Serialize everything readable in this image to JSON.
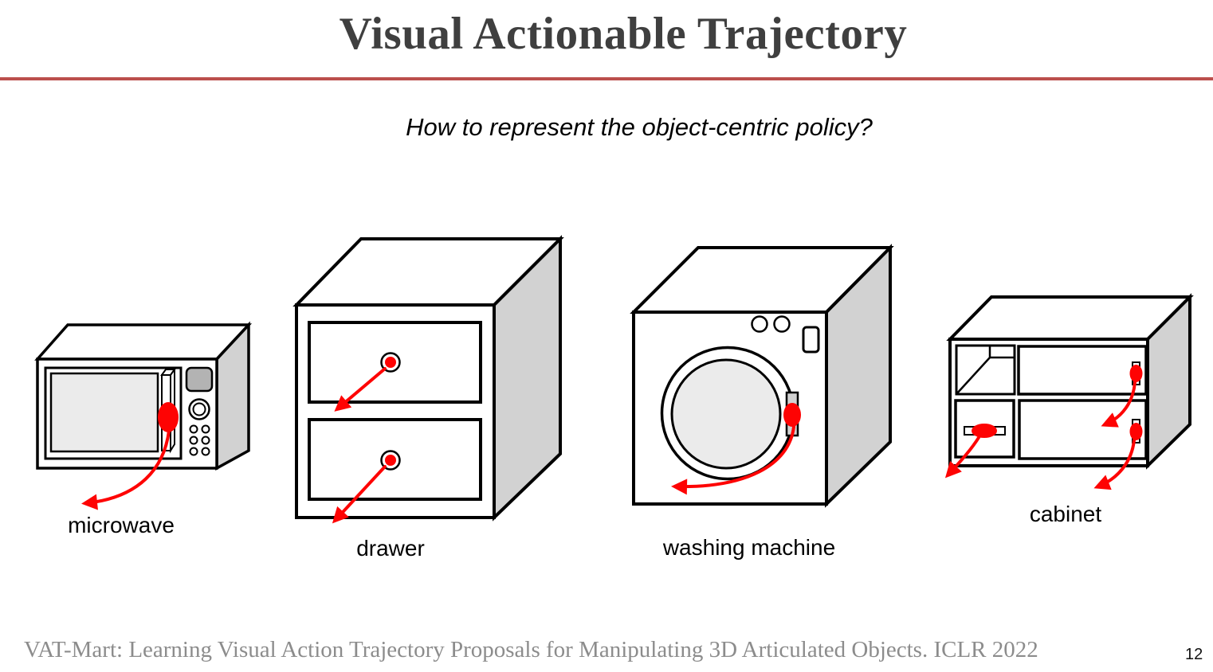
{
  "slide": {
    "title": "Visual Actionable Trajectory",
    "subtitle": "How to represent the object-centric policy?"
  },
  "objects": [
    {
      "label": "microwave",
      "action_points": 1,
      "trajectory_arrows": 1
    },
    {
      "label": "drawer",
      "action_points": 2,
      "trajectory_arrows": 2
    },
    {
      "label": "washing machine",
      "action_points": 1,
      "trajectory_arrows": 1
    },
    {
      "label": "cabinet",
      "action_points": 3,
      "trajectory_arrows": 3
    }
  ],
  "footer": {
    "citation": "VAT-Mart: Learning Visual Action Trajectory Proposals for Manipulating 3D Articulated Objects. ICLR 2022",
    "page_number": "12"
  },
  "colors": {
    "annotation_red": "#fe0303",
    "accent_underline": "#bb4f4c",
    "title_gray": "#3f3f3f",
    "citation_gray": "#8c8c8c",
    "side_face_gray": "#d2d2d2",
    "window_gray": "#ebebeb",
    "panel_gray": "#b3b3b3"
  }
}
